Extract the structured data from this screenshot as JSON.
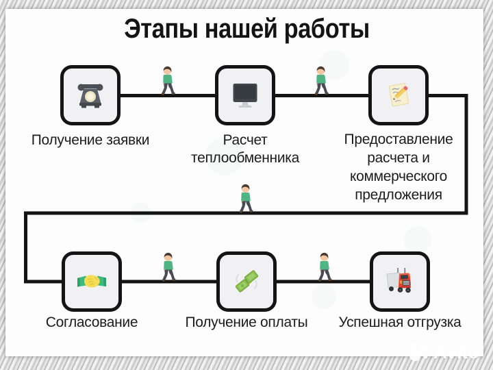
{
  "title": "Этапы нашей работы",
  "stages": [
    {
      "id": "request",
      "label": "Получение заявки",
      "icon": "phone-icon"
    },
    {
      "id": "calculation",
      "label": "Расчет\nтеплообменника",
      "icon": "computer-icon"
    },
    {
      "id": "proposal",
      "label": "Предоставление\nрасчета и\nкоммерческого\nпредложения",
      "icon": "notepad-pencil-icon"
    },
    {
      "id": "approval",
      "label": "Согласование",
      "icon": "handshake-icon"
    },
    {
      "id": "payment",
      "label": "Получение оплаты",
      "icon": "money-icon"
    },
    {
      "id": "shipment",
      "label": "Успешная отгрузка",
      "icon": "truck-icon"
    }
  ],
  "decor": {
    "walker_icon": "walking-person-icon",
    "walker_count": 5
  },
  "watermark": {
    "brand": "Avito",
    "logo": "avito-dots-icon"
  },
  "colors": {
    "line": "#141414",
    "box_fill": "#f1f1f3",
    "box_border": "#141414",
    "shirt_green": "#4fb584",
    "handshake_yellow": "#f5dd55",
    "sleeve_green": "#3dba7e",
    "money_green": "#8cc152",
    "truck_red": "#e8432e",
    "pencil_yellow": "#f2cf5e",
    "eraser_pink": "#e86a77"
  }
}
